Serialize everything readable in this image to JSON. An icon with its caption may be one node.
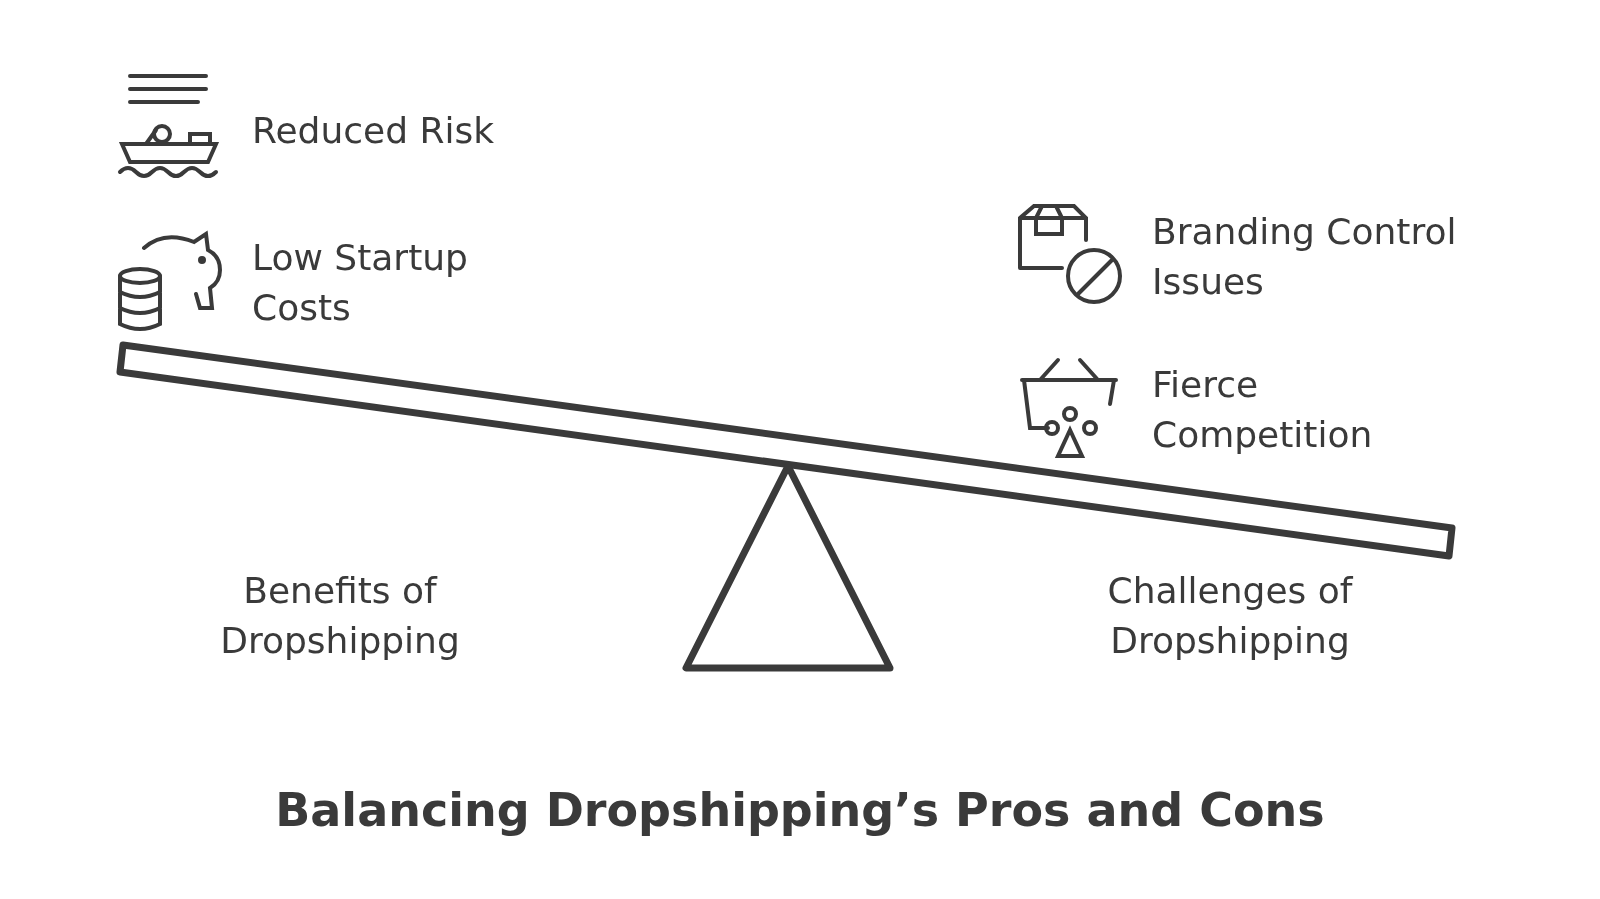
{
  "diagram": {
    "title": "Balancing Dropshipping’s Pros and Cons",
    "labels": [
      "Reduced Risk",
      "Low Startup Costs",
      "Branding Control Issues",
      "Fierce Competition",
      "Benefits of Dropshipping",
      "Challenges of Dropshipping"
    ]
  }
}
